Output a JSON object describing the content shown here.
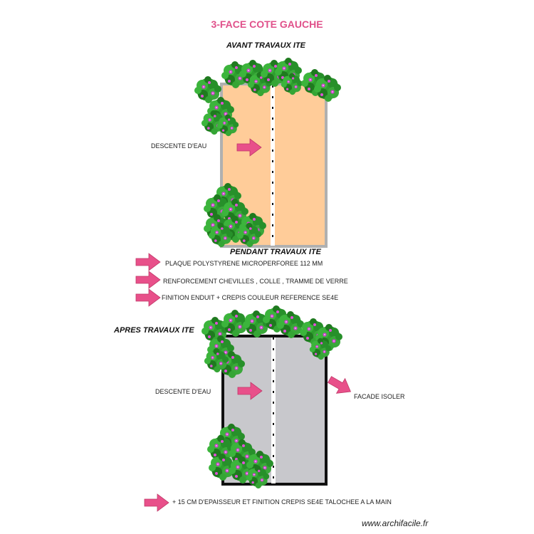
{
  "title": "3-FACE COTE GAUCHE",
  "sections": {
    "before": "AVANT TRAVAUX ITE",
    "during": "PENDANT TRAVAUX ITE",
    "after": "APRES TRAVAUX ITE"
  },
  "labels": {
    "downpipe_before": "DESCENTE D'EAU",
    "downpipe_after": "DESCENTE D'EAU",
    "facade": "FACADE ISOLER",
    "step1": "PLAQUE POLYSTYRENE MICROPERFOREE 112 MM",
    "step2": "RENFORCEMENT CHEVILLES , COLLE , TRAMME DE VERRE",
    "step3": "FINITION ENDUIT + CREPIS COULEUR REFERENCE SE4E",
    "thickness": "+ 15 CM D'EPAISSEUR ET FINITION CREPIS SE4E TALOCHEE A LA MAIN"
  },
  "watermark": "www.archifacile.fr",
  "colors": {
    "title": "#e0508a",
    "arrow": "#e8508a",
    "wall_before": "#ffcc99",
    "wall_after": "#c8c8cc",
    "leaf": "#2e9e2e",
    "leaf_dark": "#1f7a1f",
    "flower": "#d040d0"
  },
  "icons": [
    "pink-arrow-icon",
    "bush-icon",
    "downpipe-icon"
  ]
}
